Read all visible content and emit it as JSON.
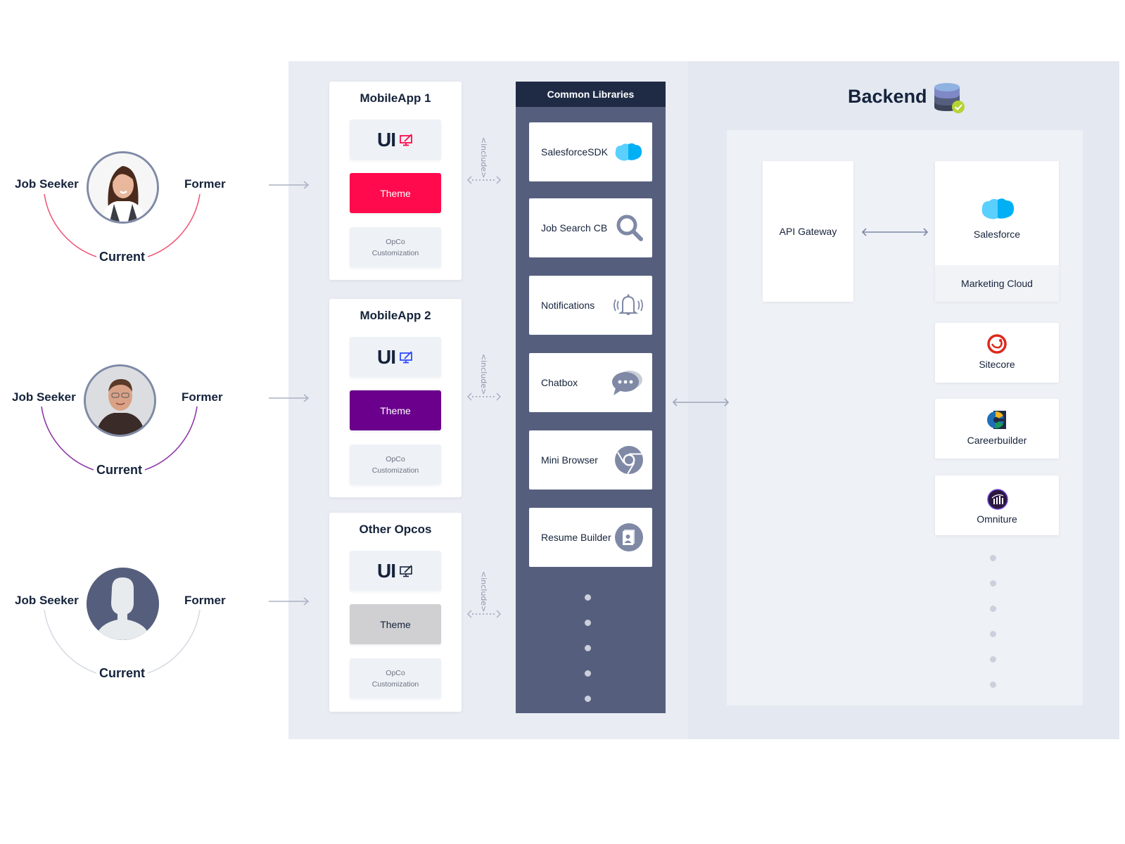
{
  "personas": [
    {
      "left_label": "Job Seeker",
      "right_label": "Former",
      "bottom_label": "Current",
      "arc_color": "#ef5b7b",
      "avatar": "woman-photo"
    },
    {
      "left_label": "Job Seeker",
      "right_label": "Former",
      "bottom_label": "Current",
      "arc_color": "#8e3aa8",
      "avatar": "man-photo"
    },
    {
      "left_label": "Job Seeker",
      "right_label": "Former",
      "bottom_label": "Current",
      "arc_color": "#d7dbe3",
      "avatar": "generic-user"
    }
  ],
  "apps": [
    {
      "title": "MobileApp 1",
      "ui_label": "UI",
      "ui_icon_color": "#ff0a4c",
      "theme_label": "Theme",
      "theme_bg": "#ff0a4c",
      "theme_fg": "#ffffff",
      "opco_line1": "OpCo",
      "opco_line2": "Customization",
      "include_label": "<include>"
    },
    {
      "title": "MobileApp 2",
      "ui_label": "UI",
      "ui_icon_color": "#2f4bff",
      "theme_label": "Theme",
      "theme_bg": "#6a008c",
      "theme_fg": "#ffffff",
      "opco_line1": "OpCo",
      "opco_line2": "Customization",
      "include_label": "<include>"
    },
    {
      "title": "Other Opcos",
      "ui_label": "UI",
      "ui_icon_color": "#15233b",
      "theme_label": "Theme",
      "theme_bg": "#d0d0d2",
      "theme_fg": "#15233b",
      "opco_line1": "OpCo",
      "opco_line2": "Customization",
      "include_label": "<include>"
    }
  ],
  "common_libraries": {
    "title": "Common Libraries",
    "items": [
      {
        "name": "SalesforceSDK",
        "icon": "salesforce-cloud-icon"
      },
      {
        "name": "Job Search CB",
        "icon": "magnifier-icon"
      },
      {
        "name": "Notifications",
        "icon": "bell-icon"
      },
      {
        "name": "Chatbox",
        "icon": "chat-bubble-icon"
      },
      {
        "name": "Mini Browser",
        "icon": "chrome-icon"
      },
      {
        "name": "Resume Builder",
        "icon": "resume-icon"
      }
    ]
  },
  "backend": {
    "title": "Backend",
    "icon": "database-check-icon",
    "api_gateway": "API Gateway",
    "salesforce": "Salesforce",
    "marketing_cloud": "Marketing Cloud",
    "services": [
      {
        "name": "Sitecore",
        "icon": "sitecore-icon"
      },
      {
        "name": "Careerbuilder",
        "icon": "careerbuilder-icon"
      },
      {
        "name": "Omniture",
        "icon": "omniture-icon"
      }
    ]
  }
}
